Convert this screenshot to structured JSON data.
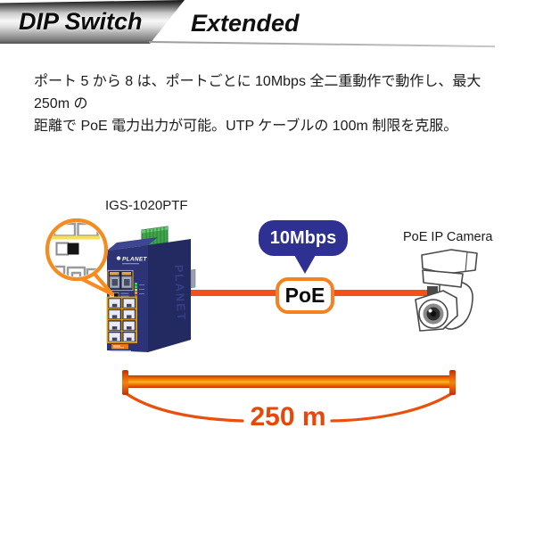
{
  "header": {
    "primary_label": "DIP Switch",
    "secondary_label": "Extended"
  },
  "description": {
    "line1": "ポート 5 から 8 は、ポートごとに 10Mbps 全二重動作で動作し、最大 250m の",
    "line2": "距離で PoE 電力出力が可能。UTP ケーブルの 100m 制限を克服。"
  },
  "diagram": {
    "switch": {
      "model": "IGS-1020PTF",
      "brand": "PLANET"
    },
    "link": {
      "speed_label": "10Mbps",
      "poe_label": "PoE"
    },
    "camera": {
      "label": "PoE IP Camera"
    },
    "distance": {
      "label": "250 m"
    }
  },
  "colors": {
    "link_orange": "#F2511B",
    "speed_badge_indigo": "#2E3192",
    "poe_border_orange": "#F5821E",
    "switch_navy": "#2B3274",
    "distance_orange": "#E8470B",
    "callout_border_orange": "#F68B1F"
  }
}
